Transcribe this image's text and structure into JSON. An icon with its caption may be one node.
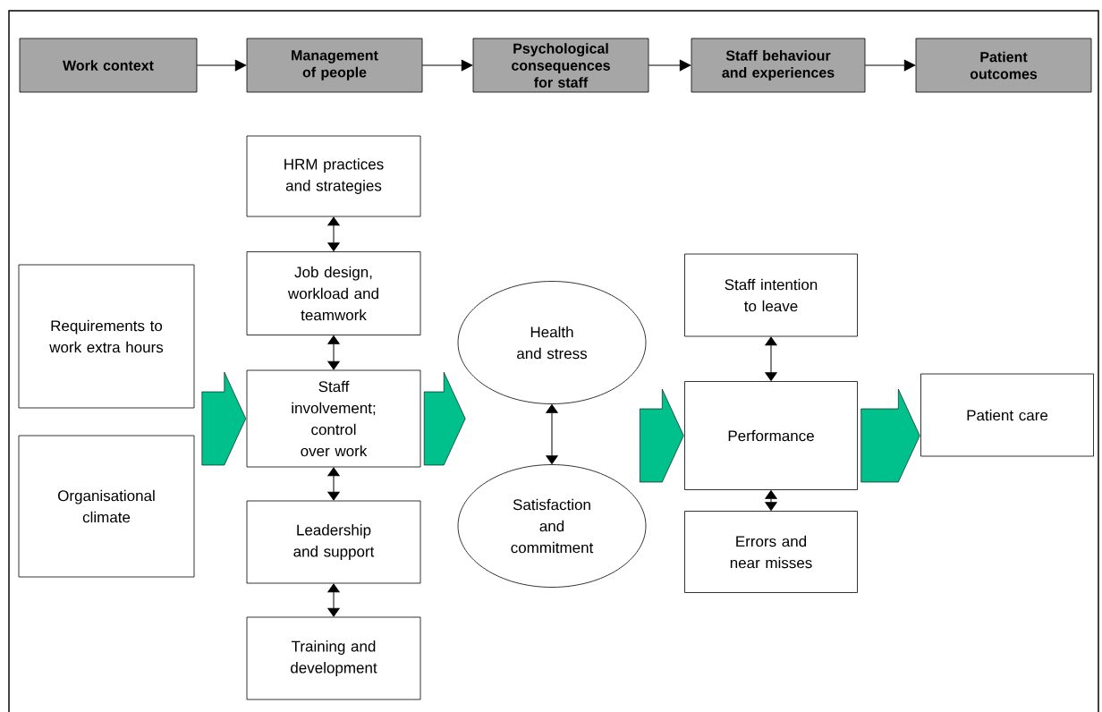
{
  "diagram": {
    "nodes": [
      {
        "text": [
          "Work context"
        ]
      },
      {
        "text": [
          "Management of people"
        ]
      },
      {
        "text": [
          "Psychological consequences for staff"
        ]
      },
      {
        "text": [
          "Staff behaviour and experiences"
        ]
      },
      {
        "text": [
          "Patient outcomes"
        ]
      },
      {
        "text": [
          "HRM practices and strategies"
        ]
      },
      {
        "text": [
          "Job design, workload and teamwork"
        ]
      },
      {
        "text": [
          "Staff involvement; control over work"
        ]
      },
      {
        "text": [
          "Leadership and support"
        ]
      },
      {
        "text": [
          "Training and development"
        ]
      },
      {
        "text": [
          "Requirements to work extra hours"
        ]
      },
      {
        "text": [
          "Organisational climate"
        ]
      },
      {
        "text": [
          "Health and stress"
        ]
      },
      {
        "text": [
          "Satisfaction and commitment"
        ]
      },
      {
        "text": [
          "Staff intention to leave"
        ]
      },
      {
        "text": [
          "Performance"
        ]
      },
      {
        "text": [
          "Errors and near misses"
        ]
      },
      {
        "text": [
          "Patient care"
        ]
      }
    ],
    "edges": [
      {
        "from": 0,
        "to": 1,
        "arrow": "to"
      },
      {
        "from": 1,
        "to": 2,
        "arrow": "to"
      },
      {
        "from": 2,
        "to": 3,
        "arrow": "to"
      },
      {
        "from": 3,
        "to": 4,
        "arrow": "to"
      },
      {
        "from": 5,
        "to": 6,
        "arrow": "both"
      },
      {
        "from": 6,
        "to": 7,
        "arrow": "both"
      },
      {
        "from": 7,
        "to": 8,
        "arrow": "both"
      },
      {
        "from": 8,
        "to": 9,
        "arrow": "both"
      },
      {
        "from": 12,
        "to": 13,
        "arrow": "both"
      },
      {
        "from": 14,
        "to": 15,
        "arrow": "both"
      },
      {
        "from": 15,
        "to": 16,
        "arrow": "both"
      },
      {
        "from": null,
        "to": 7,
        "arrow": "to",
        "style": "thick",
        "color": "#00c08b"
      },
      {
        "from": 7,
        "to": null,
        "arrow": "to",
        "style": "thick",
        "color": "#00c08b"
      },
      {
        "from": null,
        "to": 15,
        "arrow": "to",
        "style": "thick",
        "color": "#00c08b"
      },
      {
        "from": 15,
        "to": 17,
        "arrow": "to",
        "style": "thick",
        "color": "#00c08b"
      }
    ]
  }
}
